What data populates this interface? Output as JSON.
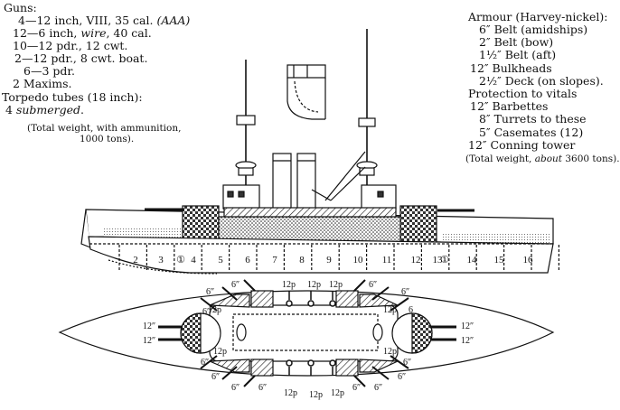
{
  "guns": {
    "heading": "Guns:",
    "lines": [
      {
        "pre": "4—12 inch, VIII, 35 cal. ",
        "it": "(AAA)",
        "post": ""
      },
      {
        "pre": "12—6 inch, ",
        "it": "wire",
        "post": ", 40 cal."
      },
      {
        "pre": "10—12 pdr., 12 cwt.",
        "it": "",
        "post": ""
      },
      {
        "pre": "2—12 pdr., 8 cwt. boat.",
        "it": "",
        "post": ""
      },
      {
        "pre": "6—3 pdr.",
        "it": "",
        "post": ""
      },
      {
        "pre": "2  Maxims.",
        "it": "",
        "post": ""
      }
    ]
  },
  "torpedo": {
    "heading": "Torpedo tubes (18 inch):",
    "pre": "4 ",
    "it": "submerged",
    "post": "."
  },
  "guns_total": {
    "line1": "(Total weight, with ammunition,",
    "line2": "1000 tons)."
  },
  "armour": {
    "heading": "Armour (Harvey-nickel):",
    "lines": [
      "6″ Belt (amidships)",
      "2″ Belt (bow)",
      "1½″ Belt (aft)",
      "12″ Bulkheads",
      "2½″ Deck (on slopes).",
      "Protection to vitals",
      "12″ Barbettes",
      "8″ Turrets to these",
      "5″ Casemates (12)",
      "12″ Conning tower"
    ],
    "total_pre": "(Total weight, ",
    "total_it": "about",
    "total_post": " 3600 tons)."
  },
  "compartments": [
    "2",
    "3",
    "4",
    "5",
    "6",
    "7",
    "8",
    "9",
    "10",
    "11",
    "12",
    "13",
    "14",
    "15",
    "16"
  ],
  "compartment_extra": [
    "①",
    "①"
  ],
  "plan_labels": {
    "six": "6″",
    "six_plain": "6",
    "twelve": "12″",
    "twelve_p": "12p"
  },
  "colors": {
    "ink": "#111111",
    "paper": "#ffffff"
  }
}
